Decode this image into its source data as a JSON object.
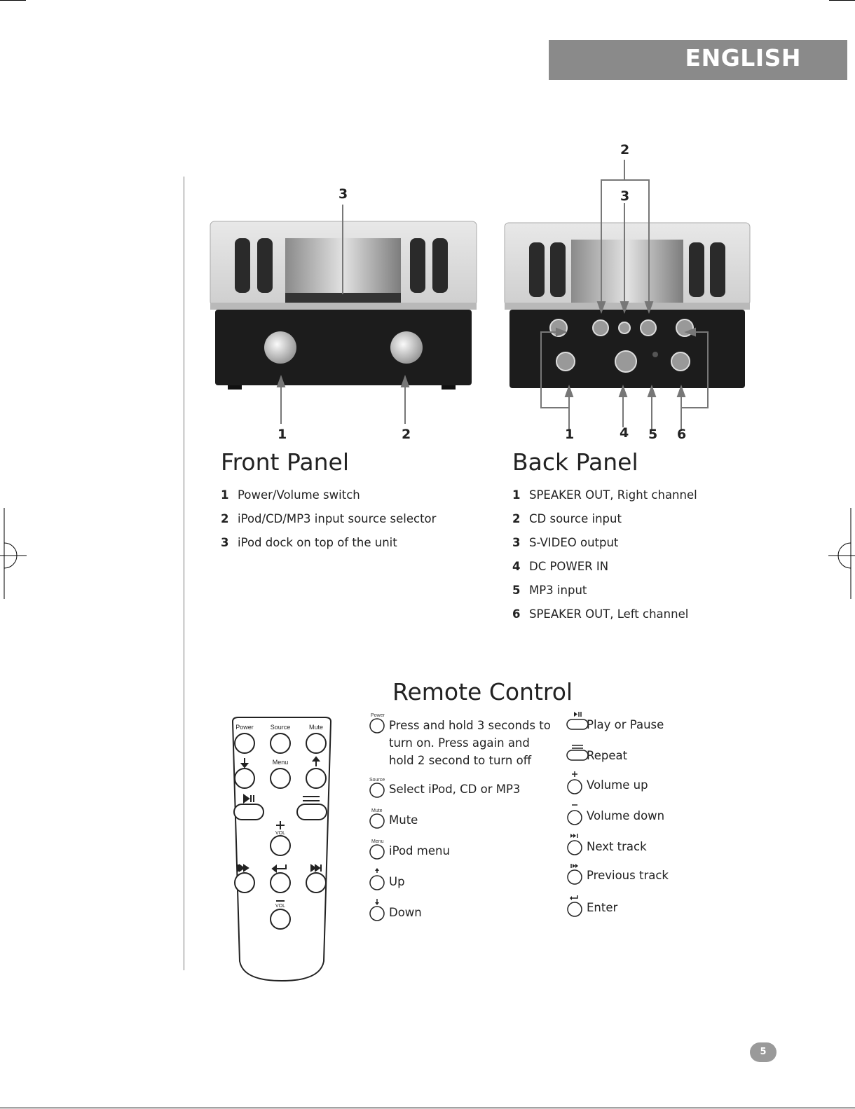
{
  "header": {
    "language": "ENGLISH"
  },
  "front_panel": {
    "title": "Front Panel",
    "callouts": [
      "1",
      "2",
      "3"
    ],
    "items": [
      {
        "num": "1",
        "text": "Power/Volume switch"
      },
      {
        "num": "2",
        "text": "iPod/CD/MP3 input source selector"
      },
      {
        "num": "3",
        "text": "iPod dock on top of the unit"
      }
    ]
  },
  "back_panel": {
    "title": "Back Panel",
    "callouts": [
      "2",
      "3",
      "1",
      "4",
      "5",
      "6"
    ],
    "items": [
      {
        "num": "1",
        "text": "SPEAKER OUT, Right channel"
      },
      {
        "num": "2",
        "text": "CD source input"
      },
      {
        "num": "3",
        "text": "S-VIDEO output"
      },
      {
        "num": "4",
        "text": "DC POWER IN"
      },
      {
        "num": "5",
        "text": "MP3 input"
      },
      {
        "num": "6",
        "text": "SPEAKER OUT, Left channel"
      }
    ]
  },
  "remote": {
    "title": "Remote Control",
    "device_labels": {
      "power": "Power",
      "source": "Source",
      "mute": "Mute",
      "menu": "Menu",
      "vol": "VOL"
    },
    "left_items": [
      {
        "tag": "Power",
        "icon": "power-button",
        "lines": [
          "Press and hold 3 seconds to",
          "turn on. Press again and",
          "hold 2 second to turn off"
        ]
      },
      {
        "tag": "Source",
        "icon": "source-button",
        "lines": [
          "Select iPod, CD or MP3"
        ]
      },
      {
        "tag": "Mute",
        "icon": "mute-button",
        "lines": [
          "Mute"
        ]
      },
      {
        "tag": "Menu",
        "icon": "menu-button",
        "lines": [
          "iPod menu"
        ]
      },
      {
        "tag": "",
        "icon": "up-arrow",
        "lines": [
          "Up"
        ]
      },
      {
        "tag": "",
        "icon": "down-arrow",
        "lines": [
          "Down"
        ]
      }
    ],
    "right_items": [
      {
        "icon": "play-pause",
        "text": "Play or Pause"
      },
      {
        "icon": "repeat",
        "text": "Repeat"
      },
      {
        "icon": "volume-up",
        "text": "Volume up"
      },
      {
        "icon": "volume-down",
        "text": "Volume down"
      },
      {
        "icon": "next-track",
        "text": "Next track"
      },
      {
        "icon": "previous-track",
        "text": "Previous track"
      },
      {
        "icon": "enter",
        "text": "Enter"
      }
    ]
  },
  "footer": {
    "page_number": "5"
  }
}
